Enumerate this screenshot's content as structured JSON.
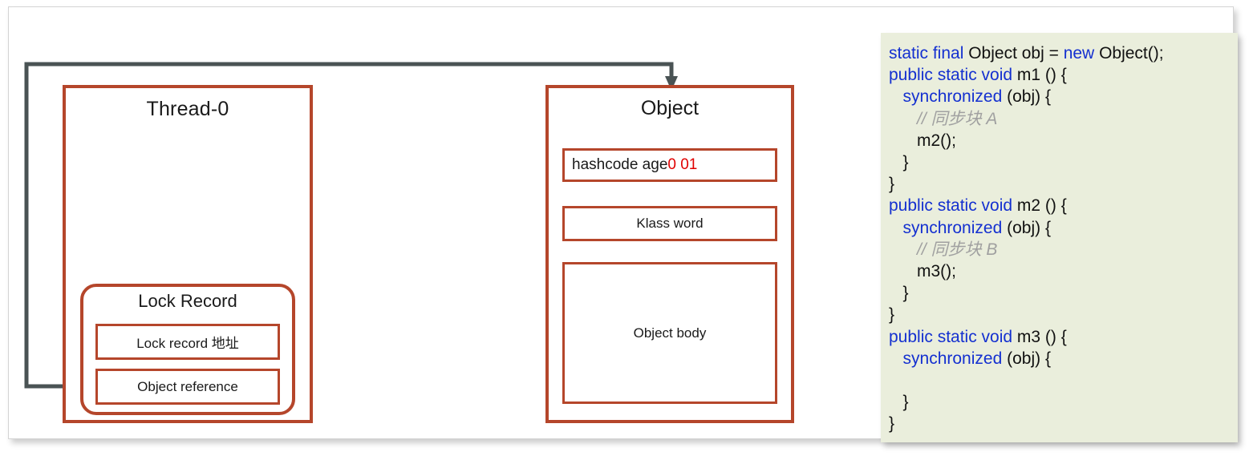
{
  "colors": {
    "box_border": "#b5462b",
    "connector": "#4a5354",
    "code_bg": "#eaeedc",
    "keyword": "#1430d0",
    "comment": "#a0a0a0",
    "markword_accent": "#e00000",
    "text": "#1a1a1a"
  },
  "diagram": {
    "thread": {
      "title": "Thread-0",
      "lock_record": {
        "title": "Lock Record",
        "rows": [
          {
            "label": "Lock record 地址"
          },
          {
            "label": "Object reference"
          }
        ]
      }
    },
    "object": {
      "title": "Object",
      "mark_word": {
        "prefix": "hashcode age ",
        "accent": "0 01"
      },
      "klass_word": "Klass word",
      "body": "Object body"
    },
    "arrow": {
      "name": "object-reference-to-object-arrow"
    }
  },
  "code_panel": {
    "language": "java",
    "lines": [
      [
        {
          "t": "static final ",
          "c": "kw"
        },
        {
          "t": "Object obj = ",
          "c": "plain"
        },
        {
          "t": "new ",
          "c": "kw"
        },
        {
          "t": "Object();",
          "c": "plain"
        }
      ],
      [
        {
          "t": "public static void ",
          "c": "kw"
        },
        {
          "t": "m1 () {",
          "c": "plain"
        }
      ],
      [
        {
          "t": "   ",
          "c": "plain"
        },
        {
          "t": "synchronized ",
          "c": "kw"
        },
        {
          "t": "(obj) {",
          "c": "plain"
        }
      ],
      [
        {
          "t": "      // 同步块 A",
          "c": "cmt"
        }
      ],
      [
        {
          "t": "      m2();",
          "c": "plain"
        }
      ],
      [
        {
          "t": "   }",
          "c": "plain"
        }
      ],
      [
        {
          "t": "}",
          "c": "plain"
        }
      ],
      [
        {
          "t": "public static void ",
          "c": "kw"
        },
        {
          "t": "m2 () {",
          "c": "plain"
        }
      ],
      [
        {
          "t": "   ",
          "c": "plain"
        },
        {
          "t": "synchronized ",
          "c": "kw"
        },
        {
          "t": "(obj) {",
          "c": "plain"
        }
      ],
      [
        {
          "t": "      // 同步块 B",
          "c": "cmt"
        }
      ],
      [
        {
          "t": "      m3();",
          "c": "plain"
        }
      ],
      [
        {
          "t": "   }",
          "c": "plain"
        }
      ],
      [
        {
          "t": "}",
          "c": "plain"
        }
      ],
      [
        {
          "t": "public static void ",
          "c": "kw"
        },
        {
          "t": "m3 () {",
          "c": "plain"
        }
      ],
      [
        {
          "t": "   ",
          "c": "plain"
        },
        {
          "t": "synchronized ",
          "c": "kw"
        },
        {
          "t": "(obj) {",
          "c": "plain"
        }
      ],
      [
        {
          "t": "",
          "c": "plain"
        }
      ],
      [
        {
          "t": "   }",
          "c": "plain"
        }
      ],
      [
        {
          "t": "}",
          "c": "plain"
        }
      ]
    ]
  }
}
